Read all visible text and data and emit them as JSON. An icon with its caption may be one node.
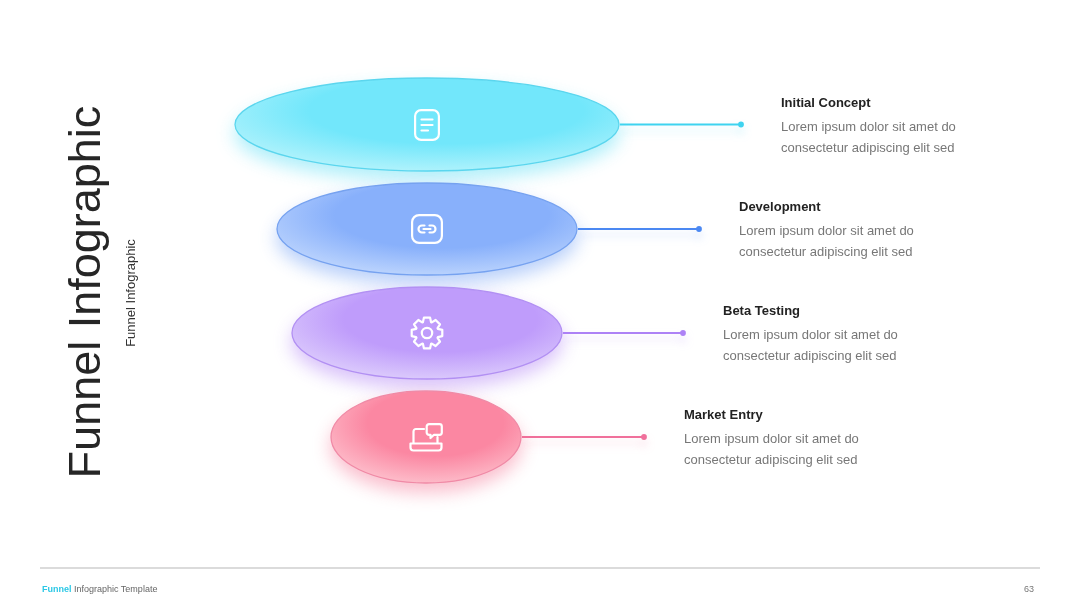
{
  "diagram": {
    "title": "Funnel Infographic",
    "nodes": [
      {
        "text": [],
        "shape": "ellipse"
      },
      {
        "text": [
          "Initial Concept",
          "Lorem ipsum dolor sit amet do consectetur adipiscing elit sed"
        ]
      },
      {
        "text": [],
        "shape": "ellipse"
      },
      {
        "text": [
          "Development",
          "Lorem ipsum dolor sit amet do consectetur adipiscing elit sed"
        ]
      },
      {
        "text": [],
        "shape": "ellipse"
      },
      {
        "text": [
          "Beta Testing",
          "Lorem ipsum dolor sit amet do consectetur adipiscing elit sed"
        ]
      },
      {
        "text": [],
        "shape": "ellipse"
      },
      {
        "text": [
          "Market Entry",
          "Lorem ipsum dolor sit amet do consectetur adipiscing elit sed"
        ]
      }
    ],
    "edges": [
      {
        "from": 0,
        "to": 1,
        "arrow": "other",
        "color": "#3ed3f0"
      },
      {
        "from": 2,
        "to": 3,
        "arrow": "other",
        "color": "#4b88f2"
      },
      {
        "from": 4,
        "to": 5,
        "arrow": "other",
        "color": "#ad82f6"
      },
      {
        "from": 6,
        "to": 7,
        "arrow": "other",
        "color": "#f0709b"
      }
    ],
    "labels": [
      "Funnel Infographic",
      "**Funnel** Infographic Template",
      "63"
    ]
  }
}
